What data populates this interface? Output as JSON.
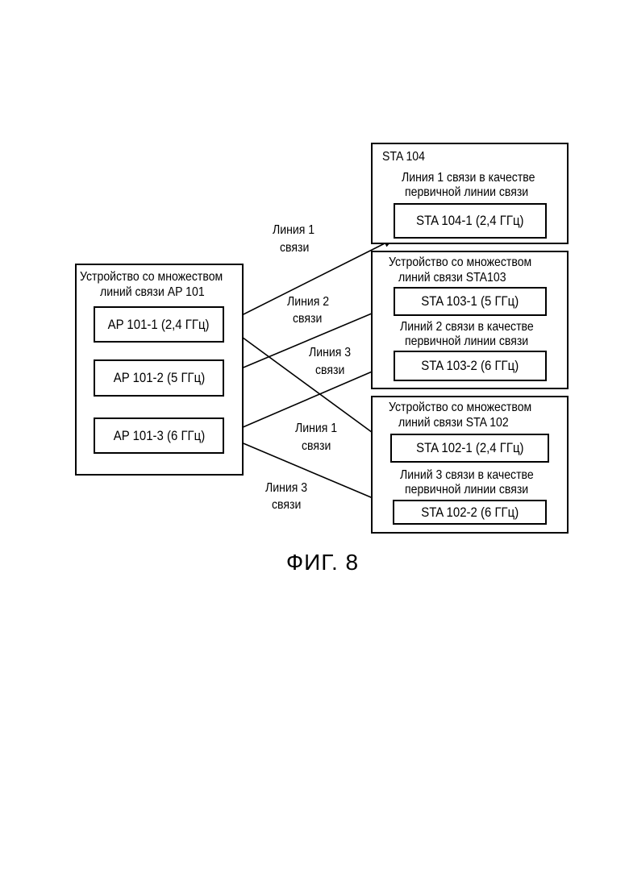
{
  "ap_device": {
    "title_line1": "Устройство со множеством",
    "title_line2": "линий связи AP 101",
    "links": [
      "AP 101-1 (2,4 ГГц)",
      "AP 101-2 (5 ГГц)",
      "AP 101-3 (6 ГГц)"
    ]
  },
  "sta104": {
    "title": "STA 104",
    "note_line1": "Линия 1 связи в качестве",
    "note_line2": "первичной линии связи",
    "link": "STA 104-1 (2,4 ГГц)"
  },
  "sta103": {
    "title_line1": "Устройство со множеством",
    "title_line2": "линий связи STA103",
    "link1": "STA 103-1 (5 ГГц)",
    "note_line1": "Линий 2 связи в качестве",
    "note_line2": "первичной линии связи",
    "link2": "STA 103-2 (6 ГГц)"
  },
  "sta102": {
    "title_line1": "Устройство со множеством",
    "title_line2": "линий связи STA 102",
    "link1": "STA 102-1 (2,4 ГГц)",
    "note_line1": "Линий 3 связи в качестве",
    "note_line2": "первичной линии связи",
    "link2": "STA 102-2 (6 ГГц)"
  },
  "connection_labels": [
    {
      "line1": "Линия 1",
      "line2": "связи"
    },
    {
      "line1": "Линия 2",
      "line2": "связи"
    },
    {
      "line1": "Линия 3",
      "line2": "связи"
    },
    {
      "line1": "Линия 1",
      "line2": "связи"
    },
    {
      "line1": "Линия 3",
      "line2": "связи"
    }
  ],
  "figure_caption": "ФИГ. 8"
}
